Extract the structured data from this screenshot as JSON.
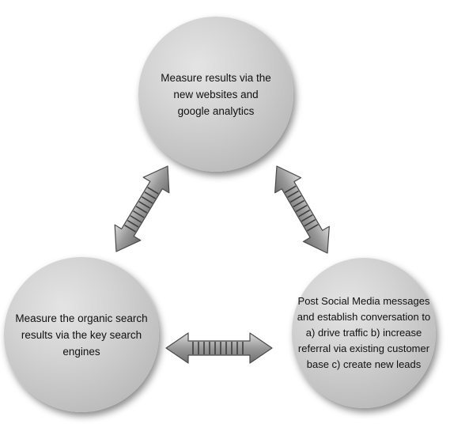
{
  "nodes": {
    "top": {
      "text": "Measure results via the new websites and google analytics"
    },
    "left": {
      "text": "Measure the organic search results via the key search engines"
    },
    "right": {
      "text": "Post Social Media messages and establish conversation to a) drive traffic b) increase referral via existing customer base c) create new leads"
    }
  },
  "arrows": [
    {
      "from": "left",
      "to": "top",
      "style": "double-headed"
    },
    {
      "from": "top",
      "to": "right",
      "style": "double-headed"
    },
    {
      "from": "left",
      "to": "right",
      "style": "double-headed"
    }
  ],
  "colors": {
    "circle_fill": "#d0d0d0",
    "arrow_fill": "#9a9a9a",
    "arrow_stroke": "#4a4a4a",
    "text": "#111111"
  }
}
